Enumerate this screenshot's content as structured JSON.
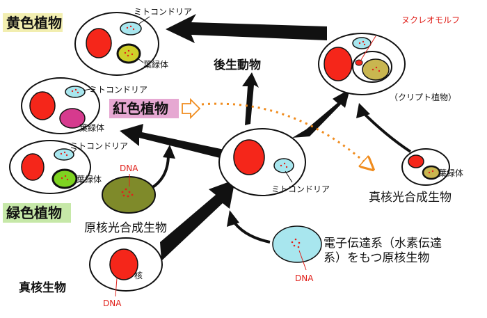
{
  "labels": {
    "yellow_plant": "黄色植物",
    "red_plant": "紅色植物",
    "green_plant": "緑色植物",
    "metazoa": "後生動物",
    "cryptophyte": "（クリプト植物）",
    "nucleomorph": "ヌクレオモルフ",
    "eukaryotic_photosynth": "真核光合成生物",
    "prokaryotic_photosynth": "原核光合成生物",
    "eukaryote": "真核生物",
    "electron_transport_line1": "電子伝達系（水素伝達",
    "electron_transport_line2": "系）をもつ原核生物",
    "mitochondria": "ミトコンドリア",
    "chloroplast": "葉緑体",
    "nucleus": "核",
    "dna": "DNA"
  },
  "colors": {
    "nucleus": "#f5261a",
    "mitochondria": "#a8e6ee",
    "yellow_chloroplast": "#cfcf2a",
    "red_chloroplast": "#d63a8e",
    "green_chloroplast": "#7ed321",
    "prokaryote_green": "#7f8a2a",
    "cryptophyte_chloroplast": "#c9b650",
    "yellow_box": "#f2eeb0",
    "pink_box": "#e6a8d2",
    "green_box": "#c6e8a8",
    "dotted_arrow": "#f08c1e"
  }
}
